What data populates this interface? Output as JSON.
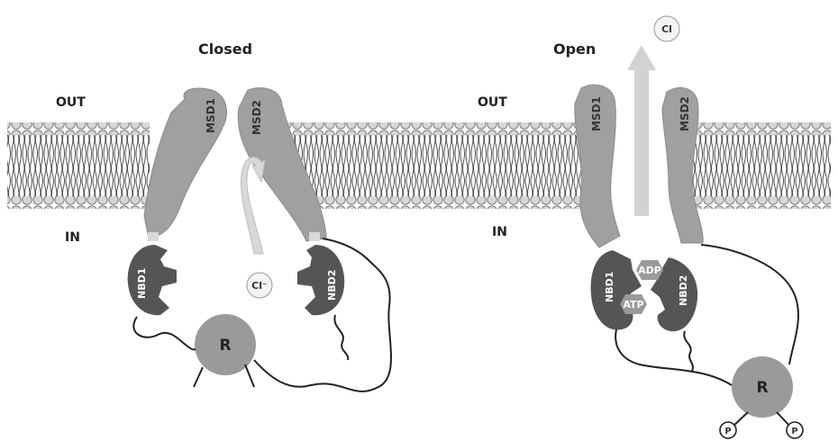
{
  "panels": [
    {
      "title": "Closed",
      "out_label": "OUT",
      "in_label": "IN",
      "msd1": "MSD1",
      "msd2": "MSD2",
      "nbd1": "NBD1",
      "nbd2": "NBD2",
      "r_label": "R",
      "ion_label": "Cl⁻"
    },
    {
      "title": "Open",
      "out_label": "OUT",
      "in_label": "IN",
      "msd1": "MSD1",
      "msd2": "MSD2",
      "nbd1": "NBD1",
      "nbd2": "NBD2",
      "adp": "ADP",
      "atp": "ATP",
      "r_label": "R",
      "ion_label": "Cl",
      "phospho": [
        "P",
        "P"
      ]
    }
  ],
  "colors": {
    "membrane_head": "#cfcfcf",
    "msd_fill": "#a0a0a0",
    "nbd_fill": "#555555",
    "r_fill": "#9a9a9a",
    "arrow_fill": "#d0d0d0",
    "line": "#222222"
  }
}
